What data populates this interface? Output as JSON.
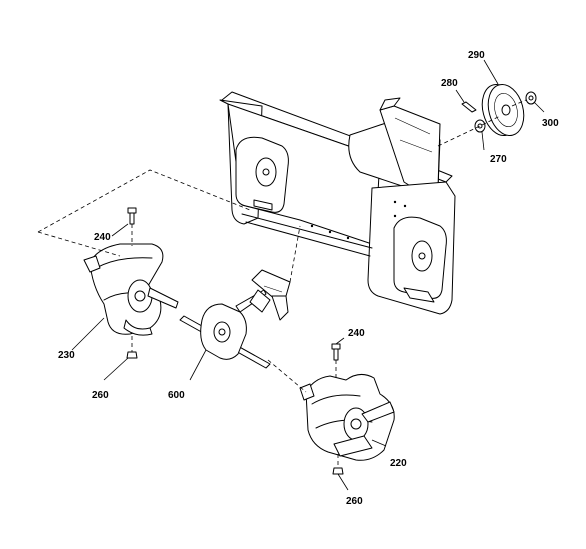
{
  "callouts": {
    "c240a": "240",
    "c230": "230",
    "c260a": "260",
    "c600": "600",
    "c240b": "240",
    "c220": "220",
    "c260b": "260",
    "c280": "280",
    "c290": "290",
    "c270": "270",
    "c300": "300"
  }
}
